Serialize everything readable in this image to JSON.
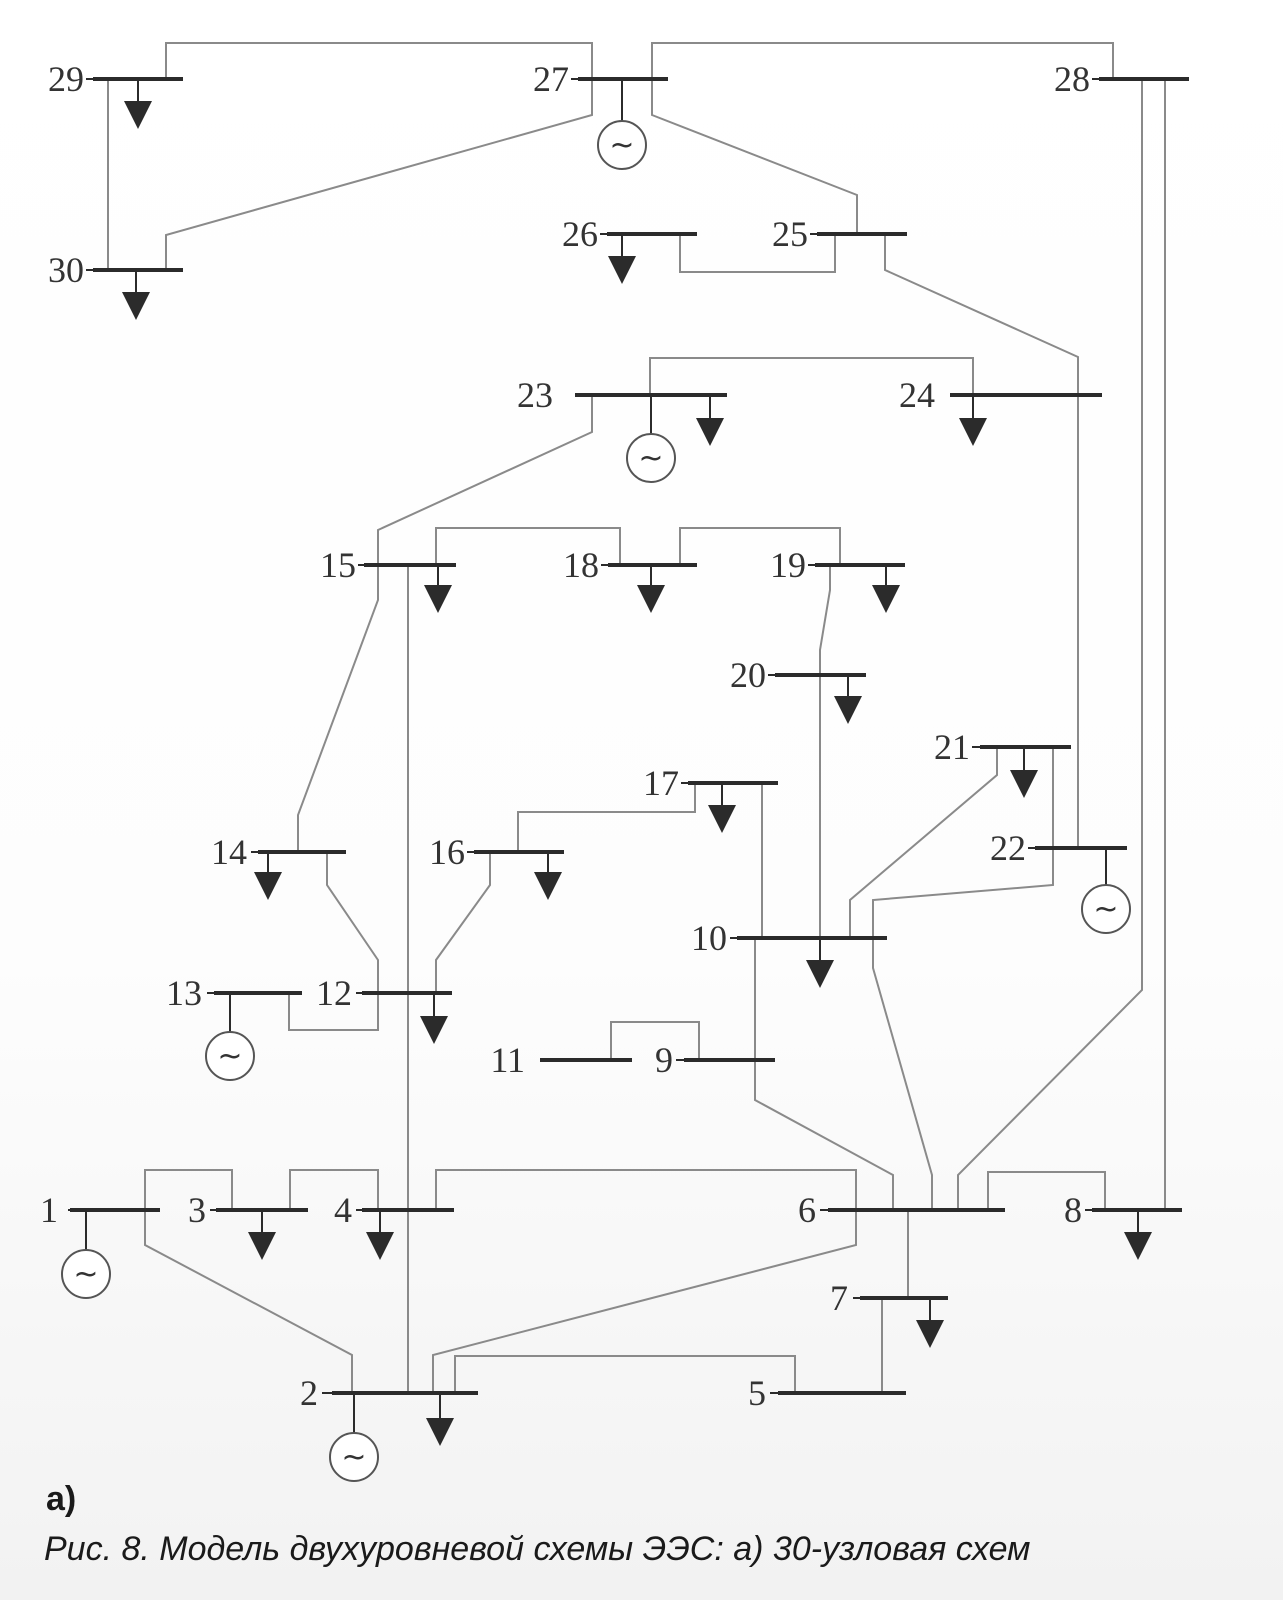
{
  "figure": {
    "part_label": "а)",
    "caption": "Рис. 8. Модель двухуровневой схемы ЭЭС: а) 30-узловая схем",
    "generator_symbol": "~"
  },
  "buses": [
    {
      "id": "1",
      "label": "1",
      "generator": true,
      "load": false
    },
    {
      "id": "2",
      "label": "2",
      "generator": true,
      "load": true
    },
    {
      "id": "3",
      "label": "3",
      "generator": false,
      "load": true
    },
    {
      "id": "4",
      "label": "4",
      "generator": false,
      "load": true
    },
    {
      "id": "5",
      "label": "5",
      "generator": false,
      "load": false
    },
    {
      "id": "6",
      "label": "6",
      "generator": false,
      "load": false
    },
    {
      "id": "7",
      "label": "7",
      "generator": false,
      "load": true
    },
    {
      "id": "8",
      "label": "8",
      "generator": false,
      "load": true
    },
    {
      "id": "9",
      "label": "9",
      "generator": false,
      "load": false
    },
    {
      "id": "10",
      "label": "10",
      "generator": false,
      "load": true
    },
    {
      "id": "11",
      "label": "11",
      "generator": false,
      "load": false
    },
    {
      "id": "12",
      "label": "12",
      "generator": false,
      "load": true
    },
    {
      "id": "13",
      "label": "13",
      "generator": true,
      "load": false
    },
    {
      "id": "14",
      "label": "14",
      "generator": false,
      "load": true
    },
    {
      "id": "15",
      "label": "15",
      "generator": false,
      "load": true
    },
    {
      "id": "16",
      "label": "16",
      "generator": false,
      "load": true
    },
    {
      "id": "17",
      "label": "17",
      "generator": false,
      "load": true
    },
    {
      "id": "18",
      "label": "18",
      "generator": false,
      "load": true
    },
    {
      "id": "19",
      "label": "19",
      "generator": false,
      "load": true
    },
    {
      "id": "20",
      "label": "20",
      "generator": false,
      "load": true
    },
    {
      "id": "21",
      "label": "21",
      "generator": false,
      "load": true
    },
    {
      "id": "22",
      "label": "22",
      "generator": true,
      "load": false
    },
    {
      "id": "23",
      "label": "23",
      "generator": true,
      "load": true
    },
    {
      "id": "24",
      "label": "24",
      "generator": false,
      "load": true
    },
    {
      "id": "25",
      "label": "25",
      "generator": false,
      "load": false
    },
    {
      "id": "26",
      "label": "26",
      "generator": false,
      "load": true
    },
    {
      "id": "27",
      "label": "27",
      "generator": true,
      "load": false
    },
    {
      "id": "28",
      "label": "28",
      "generator": false,
      "load": false
    },
    {
      "id": "29",
      "label": "29",
      "generator": false,
      "load": true
    },
    {
      "id": "30",
      "label": "30",
      "generator": false,
      "load": true
    }
  ],
  "branches": [
    [
      "1",
      "2"
    ],
    [
      "1",
      "3"
    ],
    [
      "2",
      "4"
    ],
    [
      "2",
      "5"
    ],
    [
      "2",
      "6"
    ],
    [
      "3",
      "4"
    ],
    [
      "4",
      "6"
    ],
    [
      "4",
      "12"
    ],
    [
      "5",
      "7"
    ],
    [
      "6",
      "7"
    ],
    [
      "6",
      "8"
    ],
    [
      "6",
      "9"
    ],
    [
      "6",
      "10"
    ],
    [
      "6",
      "28"
    ],
    [
      "9",
      "11"
    ],
    [
      "9",
      "10"
    ],
    [
      "10",
      "17"
    ],
    [
      "10",
      "20"
    ],
    [
      "10",
      "21"
    ],
    [
      "10",
      "22"
    ],
    [
      "12",
      "13"
    ],
    [
      "12",
      "14"
    ],
    [
      "12",
      "15"
    ],
    [
      "12",
      "16"
    ],
    [
      "14",
      "15"
    ],
    [
      "15",
      "18"
    ],
    [
      "15",
      "23"
    ],
    [
      "16",
      "17"
    ],
    [
      "18",
      "19"
    ],
    [
      "19",
      "20"
    ],
    [
      "21",
      "22"
    ],
    [
      "22",
      "24"
    ],
    [
      "23",
      "24"
    ],
    [
      "24",
      "25"
    ],
    [
      "25",
      "26"
    ],
    [
      "25",
      "27"
    ],
    [
      "27",
      "28"
    ],
    [
      "27",
      "29"
    ],
    [
      "27",
      "30"
    ],
    [
      "29",
      "30"
    ]
  ]
}
